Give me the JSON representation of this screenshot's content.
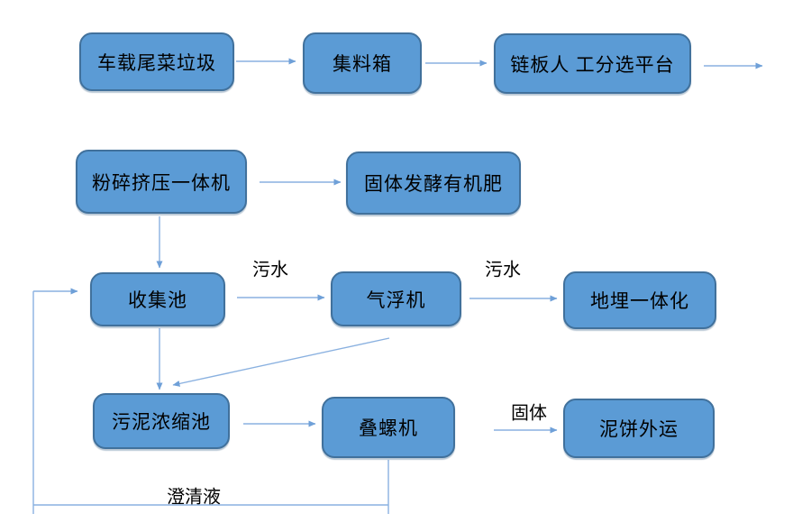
{
  "diagram": {
    "background": "#ffffff",
    "colors": {
      "node_fill": "#5B9BD5",
      "node_border": "#41719C",
      "node_text": "#000000",
      "connector": "#8AB1E0"
    },
    "nodes": [
      {
        "id": "vehicle-waste",
        "label": "车载尾菜垃圾"
      },
      {
        "id": "collection-box",
        "label": "集料箱"
      },
      {
        "id": "sorting-platform",
        "label": "链板人 工分选平台"
      },
      {
        "id": "crusher-press",
        "label": "粉碎挤压一体机"
      },
      {
        "id": "solid-fermented-fertilizer",
        "label": "固体发酵有机肥"
      },
      {
        "id": "collection-pool",
        "label": "收集池"
      },
      {
        "id": "air-flotation",
        "label": "气浮机"
      },
      {
        "id": "underground-integrated",
        "label": "地埋一体化"
      },
      {
        "id": "sludge-thickening-pool",
        "label": "污泥浓缩池"
      },
      {
        "id": "screw-press",
        "label": "叠螺机"
      },
      {
        "id": "mud-cake-transport",
        "label": "泥饼外运"
      }
    ],
    "edge_labels": [
      {
        "id": "sewage-1",
        "label": "污水"
      },
      {
        "id": "sewage-2",
        "label": "污水"
      },
      {
        "id": "solid",
        "label": "固体"
      },
      {
        "id": "clarified-liquid",
        "label": "澄清液"
      }
    ],
    "edges": [
      {
        "from": "vehicle-waste",
        "to": "collection-box",
        "label": ""
      },
      {
        "from": "collection-box",
        "to": "sorting-platform",
        "label": ""
      },
      {
        "from": "sorting-platform",
        "to": "offscreen-right",
        "label": ""
      },
      {
        "from": "crusher-press",
        "to": "solid-fermented-fertilizer",
        "label": ""
      },
      {
        "from": "crusher-press",
        "to": "collection-pool",
        "label": ""
      },
      {
        "from": "collection-pool",
        "to": "air-flotation",
        "label": "污水"
      },
      {
        "from": "air-flotation",
        "to": "underground-integrated",
        "label": "污水"
      },
      {
        "from": "collection-pool",
        "to": "sludge-thickening-pool",
        "label": ""
      },
      {
        "from": "air-flotation",
        "to": "sludge-thickening-pool",
        "label": ""
      },
      {
        "from": "sludge-thickening-pool",
        "to": "screw-press",
        "label": ""
      },
      {
        "from": "screw-press",
        "to": "mud-cake-transport",
        "label": "固体"
      },
      {
        "from": "screw-press",
        "to": "collection-pool",
        "label": "澄清液"
      }
    ]
  }
}
